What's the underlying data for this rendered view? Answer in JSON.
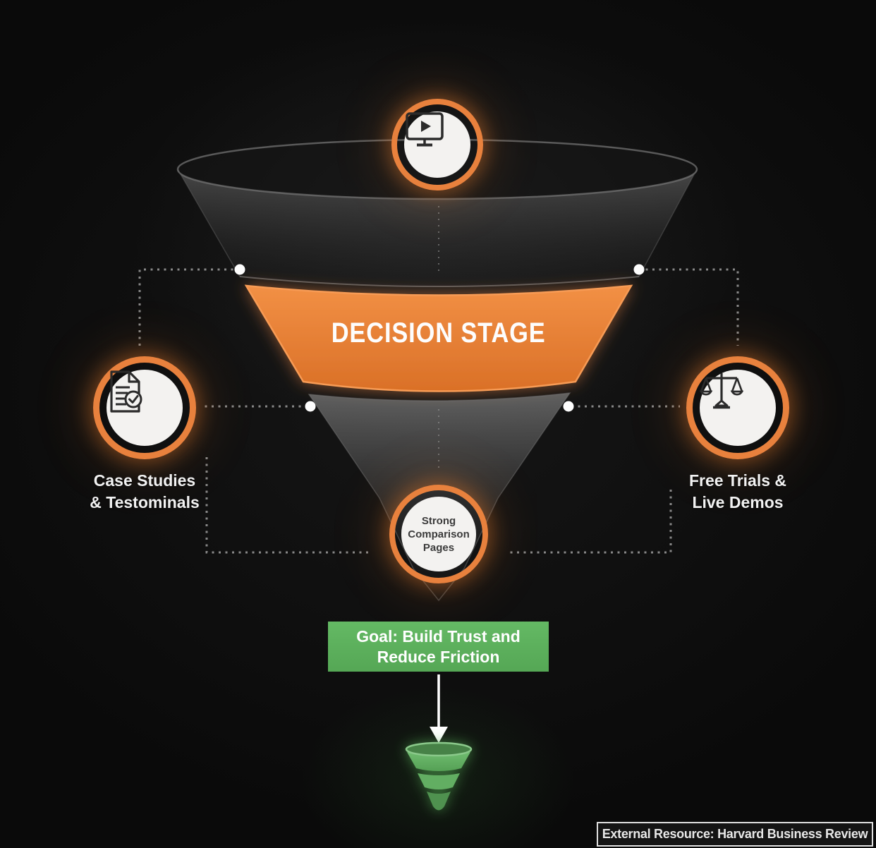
{
  "stage": {
    "label": "DECISION STAGE"
  },
  "nodes": {
    "top": {
      "icon": "video-monitor-icon"
    },
    "left": {
      "icon": "document-check-icon",
      "lines": [
        "Case Studies",
        "& Testominals"
      ]
    },
    "right": {
      "icon": "scales-icon",
      "lines": [
        "Free Trials &",
        "Live Demos"
      ]
    },
    "bottom": {
      "lines": [
        "Strong",
        "Comparison",
        "Pages"
      ]
    }
  },
  "goal": {
    "lines": [
      "Goal: Build Trust and",
      "Reduce Friction"
    ]
  },
  "footer": {
    "label": "External Resource: Harvard Business Review"
  },
  "icons": [
    "video-monitor-icon",
    "document-check-icon",
    "scales-icon",
    "down-arrow-icon",
    "mini-funnel-icon"
  ],
  "colors": {
    "accent_orange": "#E8813D",
    "orange_bright": "#F09045",
    "goal_green": "#5CB55C",
    "funnel_green": "#67B467",
    "background": "#0D0D0D",
    "node_white": "#F3F2F0",
    "connector_gray": "#9E9E9E",
    "circle_text": "#3B3B3B"
  }
}
